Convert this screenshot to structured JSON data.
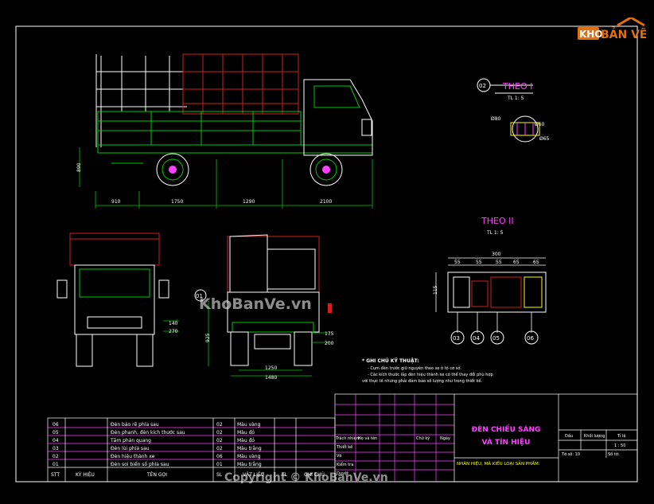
{
  "logo": {
    "brand_kho": "KHO",
    "brand_banve": "BẢN VẼ"
  },
  "watermarks": {
    "center": "KhoBanVe.vn",
    "footer": "Copyright © KhoBanVe.vn"
  },
  "views": {
    "theo1_num": "02",
    "theo1_title": "THEO I",
    "theo1_scale": "TL 1: 5",
    "theo2_title": "THEO II",
    "theo2_scale": "TL 1: 5",
    "side_dims": [
      "910",
      "1750",
      "1290",
      "2100",
      "890"
    ],
    "detail1_dims": [
      "Ø80",
      "Ø60",
      "Ø65"
    ],
    "detail2_dims": [
      "300",
      "55",
      "55",
      "55",
      "65",
      "65",
      "115"
    ],
    "detail2_callouts": [
      "03",
      "04",
      "05",
      "06"
    ],
    "front_dims": [
      "140",
      "270"
    ],
    "rear_num": "01",
    "rear_dims": [
      "175",
      "200",
      "925",
      "1250",
      "1480"
    ]
  },
  "notes": {
    "title": "* GHI CHÚ KỸ THUẬT:",
    "line1": "- Cụm đèn trước giữ nguyên theo xe ô tô cơ sở.",
    "line2": "- Các kích thước lắp đèn hiệu thành xe có thể thay đổi phù hợp",
    "line3": "với thực tế nhưng phải đảm bảo số lượng như trong thiết kế."
  },
  "parts_table": {
    "headers": [
      "STT",
      "KÝ HIỆU",
      "TÊN GỌI",
      "SL",
      "VẬT LIỆU",
      "TL",
      "GHI CHÚ"
    ],
    "rows": [
      {
        "stt": "06",
        "name": "Đèn báo rẽ phía sau",
        "qty": "02",
        "material": "Màu vàng"
      },
      {
        "stt": "05",
        "name": "Đèn phanh, đèn kích thước sau",
        "qty": "02",
        "material": "Màu đỏ"
      },
      {
        "stt": "04",
        "name": "Tấm phản quang",
        "qty": "02",
        "material": "Màu đỏ"
      },
      {
        "stt": "03",
        "name": "Đèn lùi phía sau",
        "qty": "02",
        "material": "Màu trắng"
      },
      {
        "stt": "02",
        "name": "Đèn hiệu thành xe",
        "qty": "06",
        "material": "Màu vàng"
      },
      {
        "stt": "01",
        "name": "Đèn soi biển số phía sau",
        "qty": "01",
        "material": "Màu trắng"
      }
    ]
  },
  "title_block": {
    "title1": "ĐÈN CHIẾU SÁNG",
    "title2": "VÀ TÍN HIỆU",
    "subtitle": "NHÃN HIỆU, MÃ KIỂU LOẠI SẢN PHẨM:",
    "role_header": "Trách nhiệm",
    "name_header": "Họ và tên",
    "sign_header": "Chữ ký",
    "date_header": "Ngày",
    "roles": [
      "Thiết kế",
      "Vẽ",
      "Kiểm tra",
      "Duyệt"
    ],
    "mark_header": "Dấu",
    "weight_header": "Khối lượng",
    "scale_header": "Tỉ lệ",
    "scale_value": "1 : 50",
    "sheet": "Tờ số: 10",
    "sheet_count": "Số tờ:"
  },
  "colors": {
    "frame": "#ffffff",
    "green": "#00c800",
    "red": "#d02020",
    "magenta": "#ff40ff",
    "yellow": "#ffff00",
    "white": "#ffffff"
  }
}
